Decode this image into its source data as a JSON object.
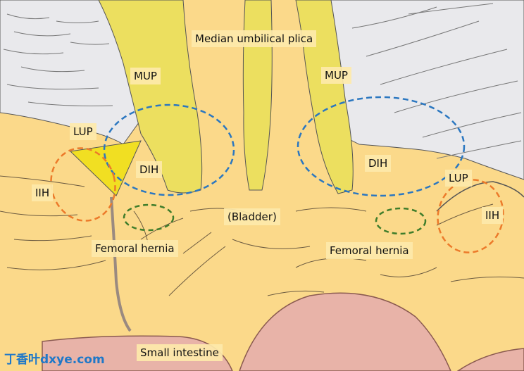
{
  "labels": {
    "median_umbilical_plica": "Median umbilical plica",
    "mup_left": "MUP",
    "mup_right": "MUP",
    "lup_left": "LUP",
    "lup_right": "LUP",
    "dih_left": "DIH",
    "dih_right": "DIH",
    "iih_left": "IIH",
    "iih_right": "IIH",
    "bladder": "(Bladder)",
    "femoral_hernia_left": "Femoral hernia",
    "femoral_hernia_right": "Femoral hernia",
    "small_intestine": "Small intestine"
  },
  "watermark": "丁香叶dxye.com",
  "colors": {
    "peritoneum": "#fbd98a",
    "abdominal_wall": "#e9e9ec",
    "plica": "#ecdf5f",
    "intestine": "#e8b3a8",
    "direct_hernia_outline": "#2b77c0",
    "indirect_hernia_outline": "#ec7a2a",
    "femoral_hernia_outline": "#3f7d2b",
    "watermark": "#1f78c8"
  }
}
